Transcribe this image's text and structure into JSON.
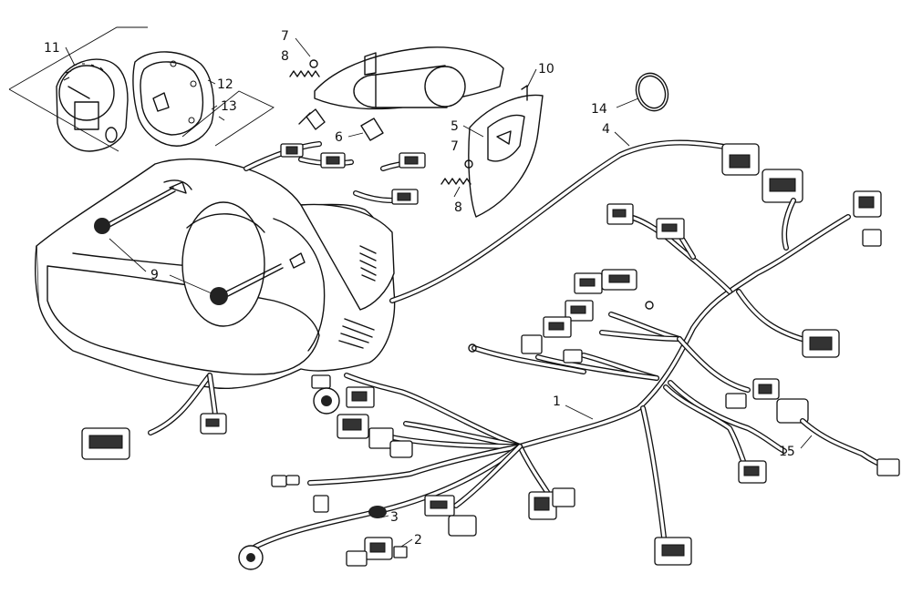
{
  "callouts": {
    "c1": "1",
    "c2": "2",
    "c3": "3",
    "c4": "4",
    "c5": "5",
    "c6": "6",
    "c7a": "7",
    "c7b": "7",
    "c8a": "8",
    "c8b": "8",
    "c9": "9",
    "c10": "10",
    "c11": "11",
    "c12": "12",
    "c13": "13",
    "c14": "14",
    "c15": "15"
  }
}
